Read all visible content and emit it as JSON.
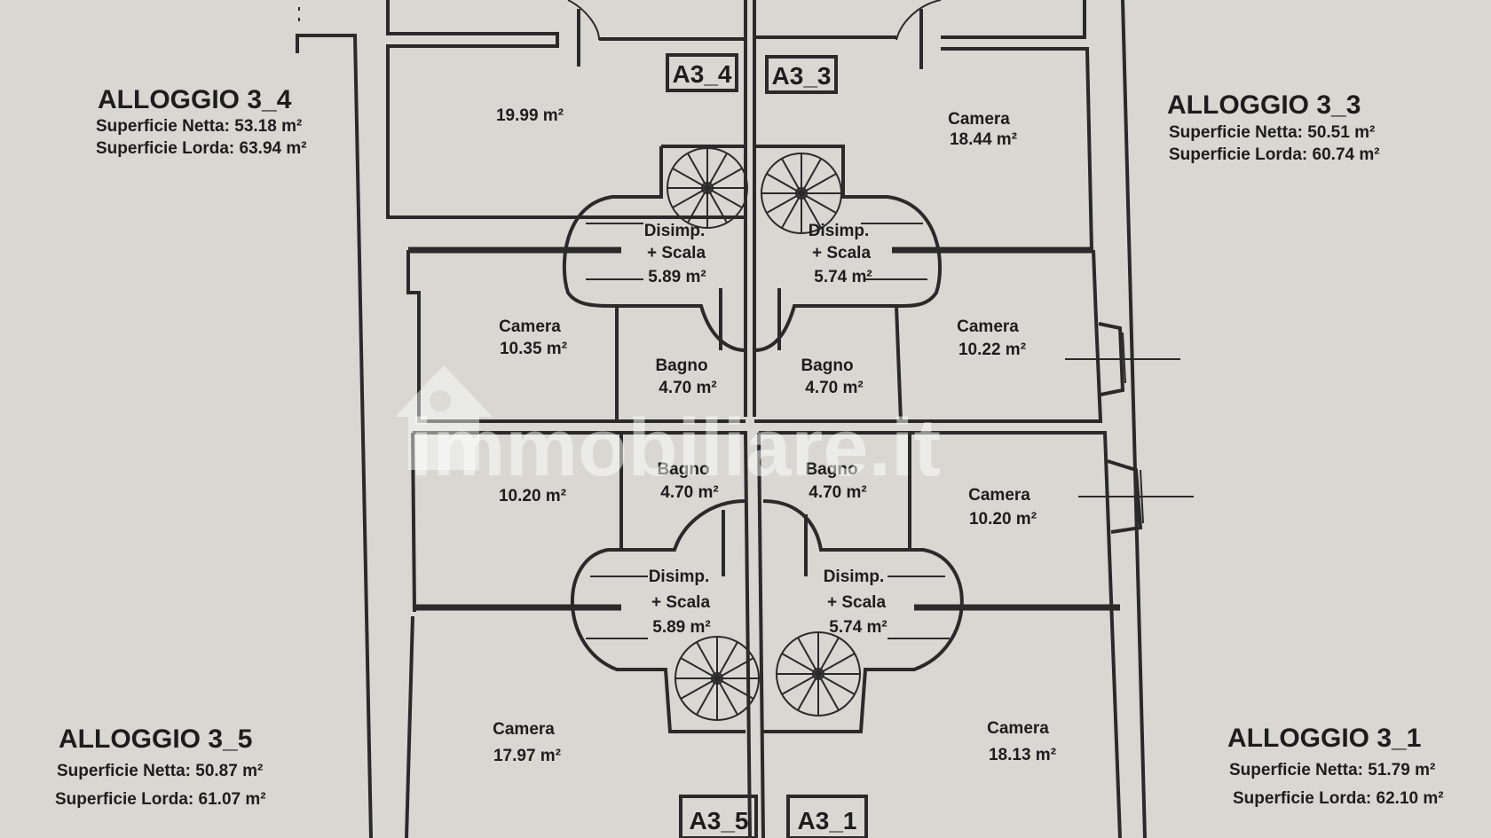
{
  "units": {
    "a3_4": {
      "title": "ALLOGGIO 3_4",
      "netta": "Superficie Netta: 53.18 m²",
      "lorda": "Superficie Lorda: 63.94 m²"
    },
    "a3_3": {
      "title": "ALLOGGIO 3_3",
      "netta": "Superficie Netta: 50.51 m²",
      "lorda": "Superficie Lorda: 60.74 m²"
    },
    "a3_5": {
      "title": "ALLOGGIO 3_5",
      "netta": "Superficie Netta: 50.87 m²",
      "lorda": "Superficie Lorda: 61.07 m²"
    },
    "a3_1": {
      "title": "ALLOGGIO 3_1",
      "netta": "Superficie Netta: 51.79 m²",
      "lorda": "Superficie Lorda: 62.10 m²"
    }
  },
  "tags": {
    "a3_4": "A3_4",
    "a3_3": "A3_3",
    "a3_5": "A3_5",
    "a3_1": "A3_1"
  },
  "rooms": {
    "tl_living": {
      "area": "19.99 m²"
    },
    "tr_camera": {
      "name": "Camera",
      "area": "18.44 m²"
    },
    "tl_disimp": {
      "name": "Disimp.",
      "sub": "+ Scala",
      "area": "5.89 m²"
    },
    "tr_disimp": {
      "name": "Disimp.",
      "sub": "+ Scala",
      "area": "5.74 m²"
    },
    "tl_camera": {
      "name": "Camera",
      "area": "10.35 m²"
    },
    "tr_camera2": {
      "name": "Camera",
      "area": "10.22 m²"
    },
    "tl_bagno": {
      "name": "Bagno",
      "area": "4.70 m²"
    },
    "tr_bagno": {
      "name": "Bagno",
      "area": "4.70 m²"
    },
    "bl_bagno": {
      "name": "Bagno",
      "area": "4.70 m²"
    },
    "br_bagno": {
      "name": "Bagno",
      "area": "4.70 m²"
    },
    "bl_room": {
      "area": "10.20 m²"
    },
    "br_camera": {
      "name": "Camera",
      "area": "10.20 m²"
    },
    "bl_disimp": {
      "name": "Disimp.",
      "sub": "+ Scala",
      "area": "5.89 m²"
    },
    "br_disimp": {
      "name": "Disimp.",
      "sub": "+ Scala",
      "area": "5.74 m²"
    },
    "bl_camera": {
      "name": "Camera",
      "area": "17.97 m²"
    },
    "br_camera2": {
      "name": "Camera",
      "area": "18.13 m²"
    }
  },
  "watermark": "immobiliare.it",
  "colors": {
    "paper": "#d8d7d2",
    "ink": "#2a2a2a"
  }
}
